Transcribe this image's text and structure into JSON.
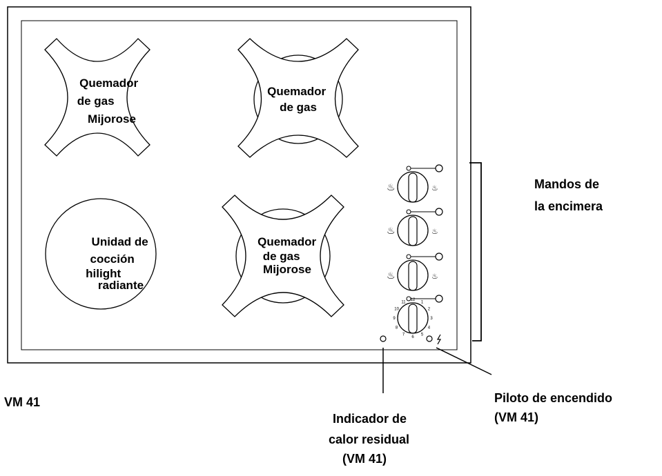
{
  "burners": {
    "top_left": [
      "Quemador",
      "de gas",
      "Mijorose"
    ],
    "top_right": [
      "Quemador",
      "de gas"
    ],
    "bottom_left": [
      "Unidad de",
      "cocción",
      "hilight",
      "radiante"
    ],
    "bottom_right": [
      "Quemador",
      "de gas",
      "Mijorose"
    ]
  },
  "callouts": {
    "controls": [
      "Mandos de",
      "la encimera"
    ],
    "ignition_pilot": [
      "Piloto de encendido",
      "(VM 41)"
    ],
    "residual_heat": [
      "Indicador de",
      "calor residual",
      "(VM 41)"
    ],
    "model": "VM 41"
  },
  "timer_dial_numbers": [
    "12",
    "1",
    "2",
    "3",
    "4",
    "5",
    "6",
    "7",
    "8",
    "9",
    "10",
    "11"
  ]
}
